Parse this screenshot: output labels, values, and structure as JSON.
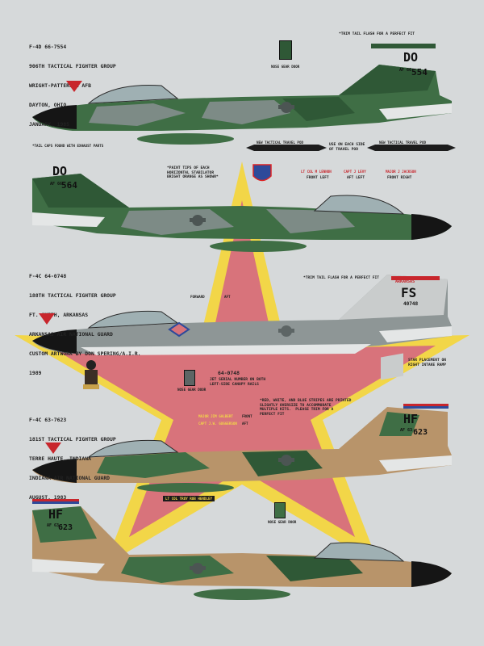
{
  "sheet": {
    "background": "#d6d9da",
    "colors": {
      "green_dark": "#2f5836",
      "green_mid": "#3f6e45",
      "gray_camo": "#7d8b86",
      "tan": "#b8946a",
      "pink_star": "#d8737b",
      "yellow_star": "#f2d648",
      "white_gray": "#e4e6e6",
      "nose_black": "#151515"
    }
  },
  "aircraft1": {
    "caption": [
      "F-4D 66-7554",
      "906TH TACTICAL FIGHTER GROUP",
      "WRIGHT-PATTERSON AFB",
      "DAYTON, OHIO",
      "JANUARY, 1985"
    ],
    "tail_code": "DO",
    "tail_serial": "554",
    "tail_prefix": "AF 66",
    "flash_note": "*TRIM TAIL FLASH FOR A PERFECT FIT",
    "gear_door_label": "NOSE GEAR DOOR",
    "upper_note": "*TAIL CAPS FOUND WITH EXHAUST PARTS",
    "travel_pod_note": "USE ON EACH SIDE\nOF TRAVEL POD",
    "pod_label": "NEW TACTICAL TRAVEL POD",
    "pod_label2": "NEW TACTICAL TRAVEL POD"
  },
  "aircraft1_right": {
    "tail_code": "DO",
    "tail_serial": "564",
    "tail_prefix": "AF 66",
    "paint_note": "*PAINT TIPS OF EACH\nHORIZONTAL STABILATOR\nBRIGHT ORANGE AS SHOWN*",
    "label_front_left": "FRONT LEFT",
    "label_aft_left": "AFT LEFT",
    "label_front_right": "FRONT RIGHT",
    "lf_label": "LT COL M LENNON",
    "al_label": "CAPT J LEVY",
    "fr_label": "MAJOR J JACKSON"
  },
  "aircraft2": {
    "caption": [
      "F-4C 64-0748",
      "188TH TACTICAL FIGHTER GROUP",
      "FT. SMITH, ARKANSAS",
      "ARKANSAS AIR NATIONAL GUARD",
      "CUSTOM ARTWORK BY DON SPERING/A.I.R.",
      "1989"
    ],
    "tail_code": "FS",
    "tail_serial": "40748",
    "tail_state": "ARKANSAS",
    "flash_note": "*TRIM TAIL FLASH FOR A PERFECT FIT",
    "forward_label": "FORWARD",
    "aft_label": "AFT",
    "serial_note_num": "64-0748",
    "serial_note": "JET SERIAL NUMBER ON BOTH\nLEFT-SIDE CANOPY RAILS",
    "star_note": "STAR PLACEMENT ON\nRIGHT INTAKE RAMP",
    "gear_door_label": "NOSE GEAR DOOR"
  },
  "aircraft3": {
    "caption": [
      "F-4C 63-7623",
      "181ST TACTICAL FIGHTER GROUP",
      "TERRE HAUTE, INDIANA",
      "INDIANA AIR NATIONAL GUARD",
      "AUGUST, 1983"
    ],
    "tail_code": "HF",
    "tail_serial": "623",
    "tail_prefix": "AF 63",
    "stripe_note": "*RED, WHITE, AND BLUE STRIPES ARE PRINTED\nSLIGHTLY OVERSIZE TO ACCOMMODATE\nMULTIPLE KITS.  PLEASE TRIM FOR A\nPERFECT FIT",
    "pilot_label": "MAJOR JIM GALBERT",
    "pilot_label2": "CAPT J.W. GUGGERSON",
    "front_label": "FRONT",
    "aft_label": "AFT",
    "crew_strip": "LT COL TROY ROB HENDLEY",
    "gear_door_label": "NOSE GEAR DOOR"
  },
  "aircraft3_right": {
    "tail_code": "HF",
    "tail_serial": "623",
    "tail_prefix": "AF 63"
  }
}
